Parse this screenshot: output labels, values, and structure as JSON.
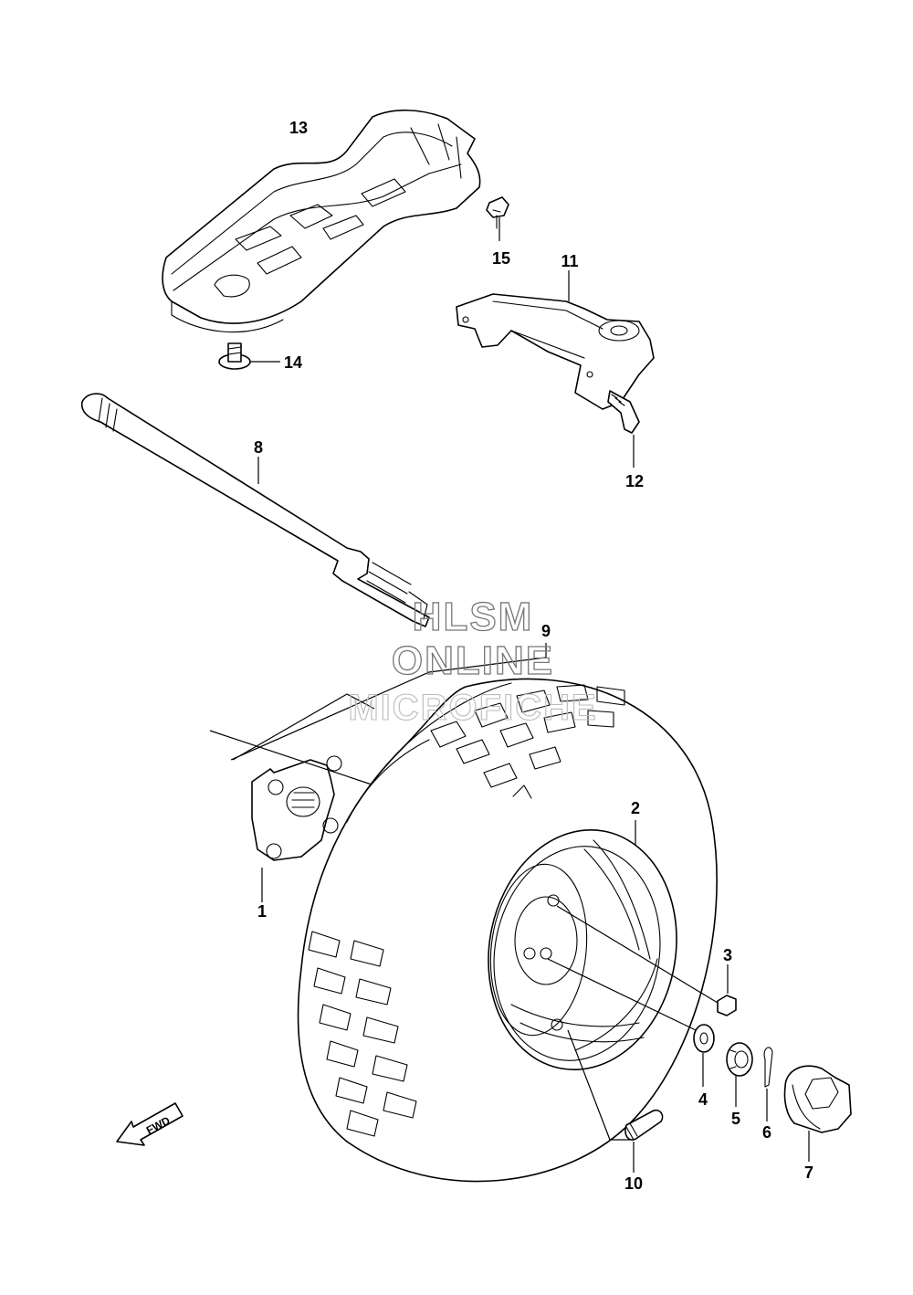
{
  "watermark": {
    "line1": "HLSM",
    "line2": "ONLINE",
    "line3": "MICROFICHE"
  },
  "direction_arrow": {
    "label": "FWD"
  },
  "callouts": {
    "c1": "1",
    "c2": "2",
    "c3": "3",
    "c4": "4",
    "c5": "5",
    "c6": "6",
    "c7": "7",
    "c8": "8",
    "c9": "9",
    "c10": "10",
    "c11": "11",
    "c12": "12",
    "c13": "13",
    "c14": "14",
    "c15": "15"
  }
}
